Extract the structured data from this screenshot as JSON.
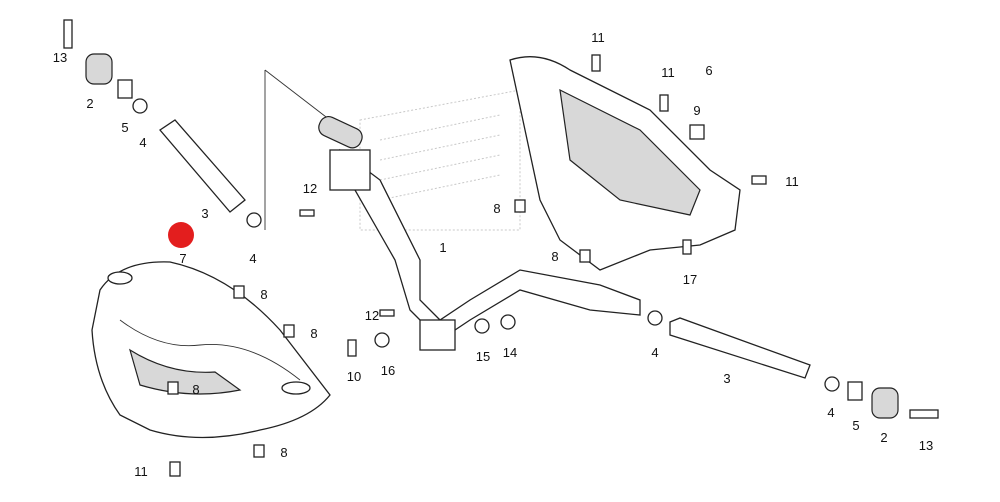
{
  "diagram": {
    "title": "Handlebar / Handle Cover exploded parts view",
    "labels": [
      "13",
      "2",
      "5",
      "4",
      "3",
      "7",
      "4",
      "8",
      "8",
      "8",
      "8",
      "11",
      "12",
      "12",
      "10",
      "16",
      "15",
      "14",
      "1",
      "8",
      "8",
      "11",
      "11",
      "6",
      "9",
      "11",
      "17",
      "4",
      "3",
      "4",
      "5",
      "2",
      "13"
    ],
    "marker_color": "#e31e1e"
  }
}
